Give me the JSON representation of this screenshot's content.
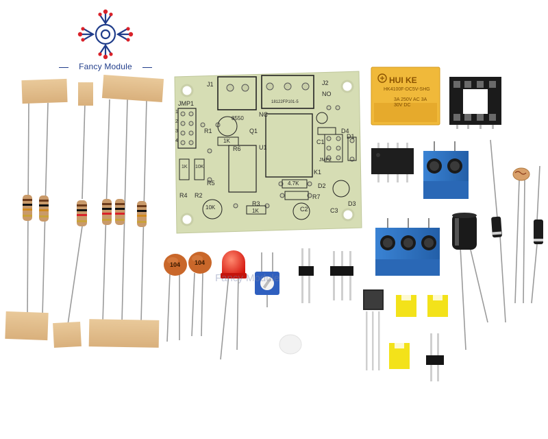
{
  "brand": {
    "name": "Fancy Module",
    "watermark": "Fancy Module",
    "color": "#1f3c8a"
  },
  "pcb": {
    "color": "#d6ddb4",
    "labels": {
      "j1": "J1",
      "j2": "J2",
      "no": "NO",
      "nc": "NC",
      "part_no": "18122FP101-5",
      "jmp1": "JMP1",
      "jmp2": "JMP2",
      "r1": "R1",
      "q1": "Q1",
      "q1_part": "8550",
      "r6": "R6",
      "r6_val": "1K",
      "r5": "R5",
      "r4": "R4",
      "r2": "R2",
      "r3": "R3",
      "r3_val": "1K",
      "r7": "R7",
      "r7_val": "4.7K",
      "d1": "D1",
      "d2": "D2",
      "d3": "D3",
      "d4": "D4",
      "c1": "C1",
      "c2": "C2",
      "c3": "C3",
      "k1": "K1",
      "u1": "U1",
      "r4_val": "1K",
      "r5_val": "10K",
      "pot_val": "10K",
      "jmp_1": "1",
      "jmp_2": "2",
      "jmp_3": "3",
      "jmp_4": "4"
    }
  },
  "relay": {
    "brand": "HUI KE",
    "model": "HK4100F-DC5V-SHG",
    "rating": "3A 250V AC 3A 30V DC",
    "color": "#f0b93a"
  },
  "capacitors": {
    "code": "104",
    "color": "#c9672a"
  },
  "terminal_color": "#2f73c4",
  "jumper_color": "#f3e21a",
  "led_color": "#e8231a"
}
